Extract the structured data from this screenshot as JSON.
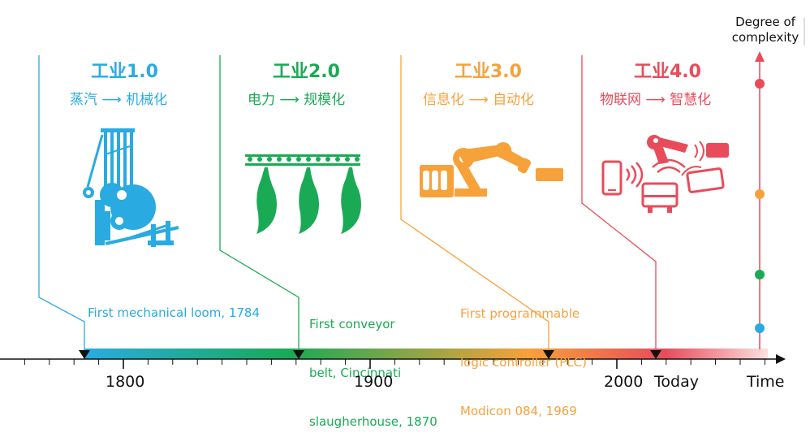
{
  "axis": {
    "x_label": "Time",
    "y_label_line1": "Degree of",
    "y_label_line2": "complexity",
    "ticks": [
      "1800",
      "1900",
      "2000",
      "Today"
    ]
  },
  "eras": [
    {
      "title": "工业1.0",
      "from": "蒸汽",
      "to": "机械化",
      "color": "#29abe2",
      "icon": "mechanical-loom-icon"
    },
    {
      "title": "工业2.0",
      "from": "电力",
      "to": "规模化",
      "color": "#1aaa55",
      "icon": "conveyor-belt-icon"
    },
    {
      "title": "工业3.0",
      "from": "信息化",
      "to": "自动化",
      "color": "#f7a13b",
      "icon": "robot-arm-plc-icon"
    },
    {
      "title": "工业4.0",
      "from": "物联网",
      "to": "智慧化",
      "color": "#e84c5a",
      "icon": "iot-devices-icon"
    }
  ],
  "milestones": [
    {
      "text": "First mechanical loom, 1784"
    },
    {
      "text_line1": "First conveyor",
      "text_line2": "belt, Cincinnati",
      "text_line3": "slaugherhouse, 1870"
    },
    {
      "text_line1": "First programmable",
      "text_line2": "logic controller (PLC)",
      "text_line3": "Modicon 084, 1969"
    }
  ],
  "arrow_symbol": "⟶",
  "complexity_dots": [
    "#e84c5a",
    "#f7a13b",
    "#1aaa55",
    "#29abe2"
  ]
}
